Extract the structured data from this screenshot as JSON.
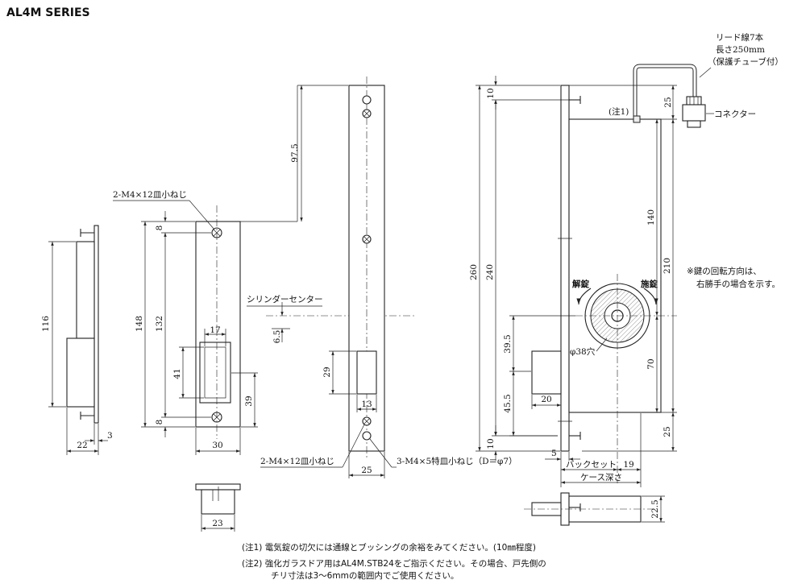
{
  "title": "AL4M SERIES",
  "labels": {
    "screw_top": "2-M4×12皿小ねじ",
    "screw_bottom": "2-M4×12皿小ねじ",
    "special_screw": "3-M4×5特皿小ねじ（D＝φ7）",
    "cylinder_center": "シリンダーセンター",
    "lead_wire_1": "リード線7本",
    "lead_wire_2": "長さ250mm",
    "lead_wire_3": "（保護チューブ付）",
    "connector": "コネクター",
    "note1_ref": "(注1)",
    "unlock": "解錠",
    "lock": "施錠",
    "hole": "φ38穴",
    "backset": "バックセット",
    "case_depth": "ケース深さ",
    "key_note_1": "※鍵の回転方向は、",
    "key_note_2": "右勝手の場合を示す。"
  },
  "dims": {
    "d116": "116",
    "d22": "22",
    "d3": "3",
    "d148": "148",
    "d132": "132",
    "d8a": "8",
    "d8b": "8",
    "d17": "17",
    "d41": "41",
    "d39": "39",
    "d30": "30",
    "d23": "23",
    "d97_5": "97.5",
    "d6_5": "6.5",
    "d29": "29",
    "d13": "13",
    "d25a": "25",
    "d10a": "10",
    "d10b": "10",
    "d25b": "25",
    "d25c": "25",
    "d260": "260",
    "d240": "240",
    "d140": "140",
    "d210": "210",
    "d39_5": "39.5",
    "d45_5": "45.5",
    "d20": "20",
    "d70": "70",
    "d5": "5",
    "d19": "19",
    "d22_5": "22.5"
  },
  "notes": {
    "note1": "(注1) 電気錠の切欠には通線とブッシングの余裕をみてください。(10㎜程度)",
    "note2a": "(注2) 強化ガラスドア用はAL4M.STB24をご指示ください。その場合、戸先側の",
    "note2b": "チリ寸法は3～6mmの範囲内でご使用ください。"
  }
}
